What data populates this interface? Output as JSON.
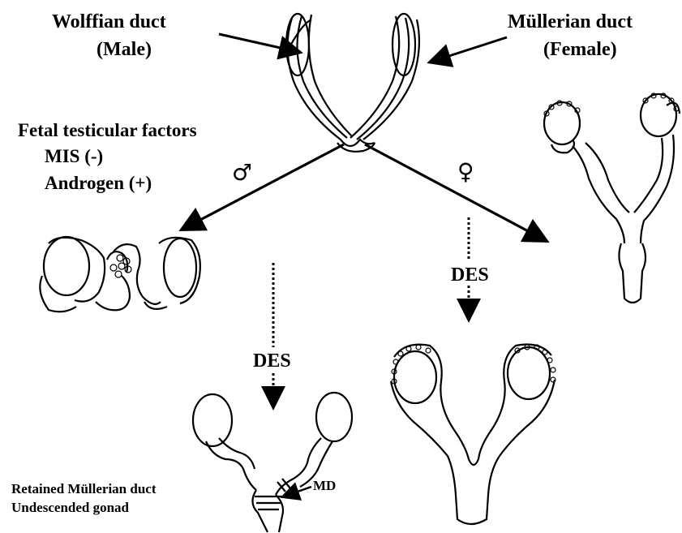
{
  "labels": {
    "wolffian_title": "Wolffian duct",
    "wolffian_sub": "(Male)",
    "mullerian_title": "Müllerian duct",
    "mullerian_sub": "(Female)",
    "factors_title": "Fetal testicular factors",
    "factors_mis": "MIS (-)",
    "factors_androgen": "Androgen (+)",
    "male_symbol": "♂",
    "female_symbol": "♀",
    "des_male": "DES",
    "des_female": "DES",
    "md": "MD",
    "retained": "Retained Müllerian duct",
    "undescended": "Undescended gonad"
  },
  "colors": {
    "ink": "#000000",
    "background": "#ffffff"
  }
}
